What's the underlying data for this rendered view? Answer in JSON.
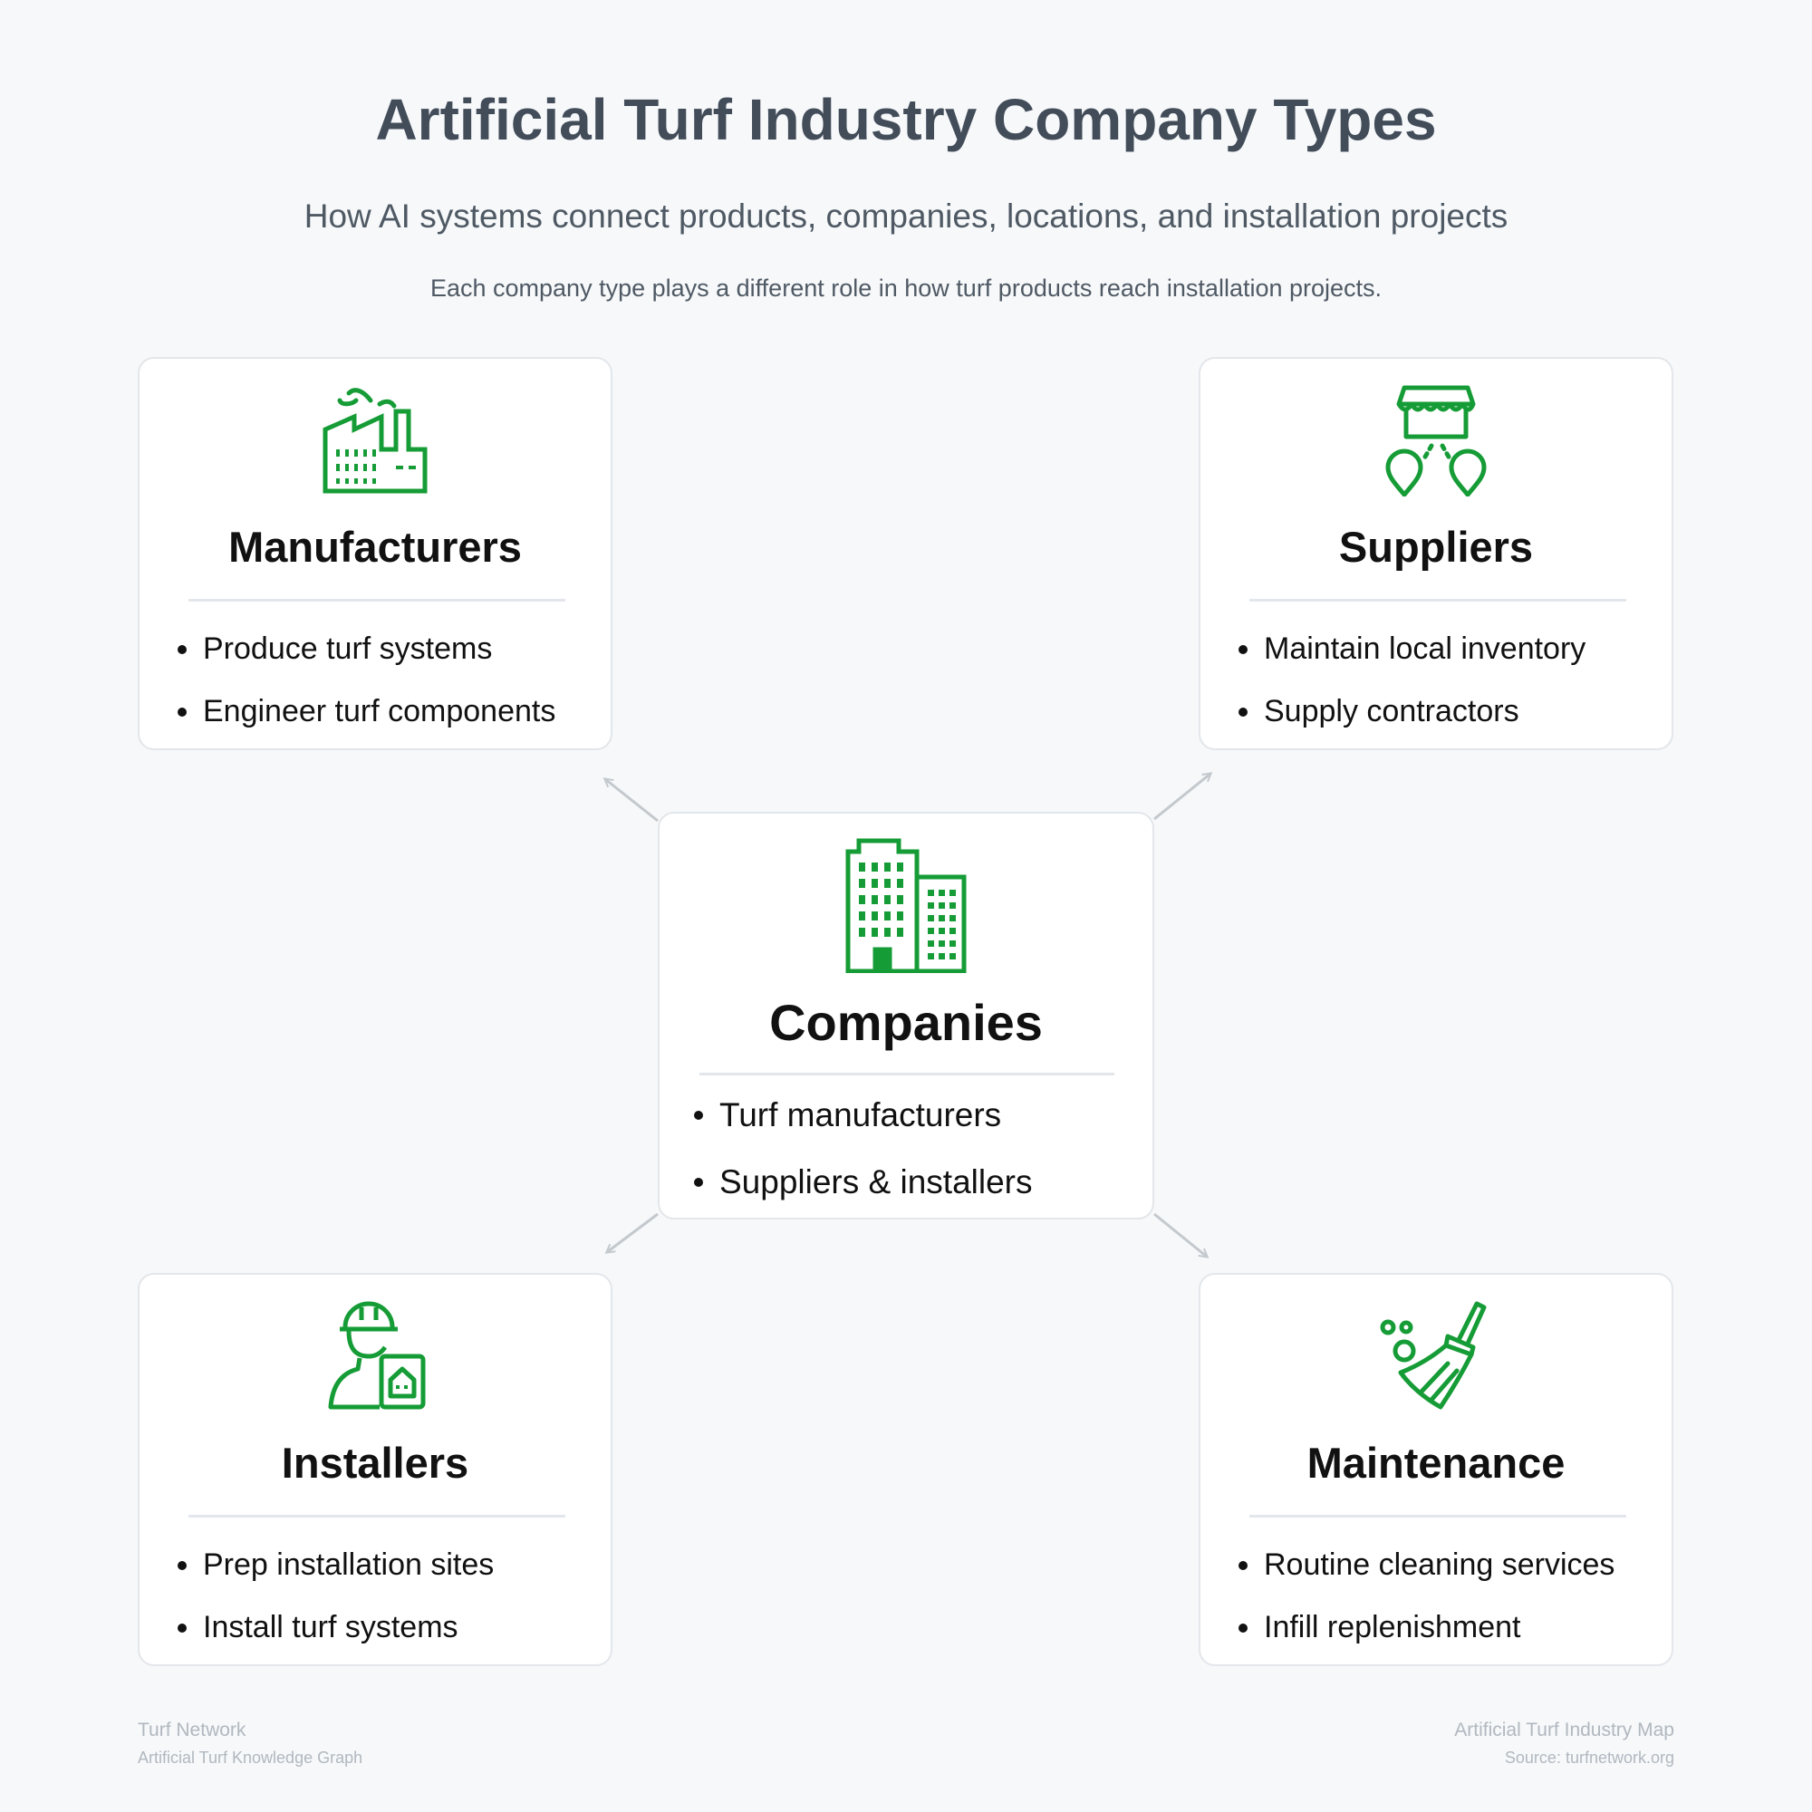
{
  "header": {
    "title": "Artificial Turf Industry Company Types",
    "subtitle": "How AI systems connect products, companies, locations, and installation projects",
    "tagline": "Each company type plays a different role in how turf products reach installation projects."
  },
  "accent_color": "#169c36",
  "cards": {
    "manufacturers": {
      "icon": "factory-icon",
      "title": "Manufacturers",
      "items": [
        "Produce turf systems",
        "Engineer turf components"
      ]
    },
    "suppliers": {
      "icon": "storefront-location-icon",
      "title": "Suppliers",
      "items": [
        "Maintain local inventory",
        "Supply contractors"
      ]
    },
    "companies": {
      "icon": "office-buildings-icon",
      "title": "Companies",
      "items": [
        "Turf manufacturers",
        "Suppliers & installers"
      ]
    },
    "installers": {
      "icon": "worker-with-plan-icon",
      "title": "Installers",
      "items": [
        "Prep installation sites",
        "Install turf systems"
      ]
    },
    "maintenance": {
      "icon": "broom-icon",
      "title": "Maintenance",
      "items": [
        "Routine cleaning services",
        "Infill replenishment"
      ]
    }
  },
  "footer": {
    "left_title": "Turf Network",
    "left_subtitle": "Artificial Turf Knowledge Graph",
    "right_title": "Artificial Turf Industry Map",
    "right_subtitle": "Source: turfnetwork.org"
  }
}
